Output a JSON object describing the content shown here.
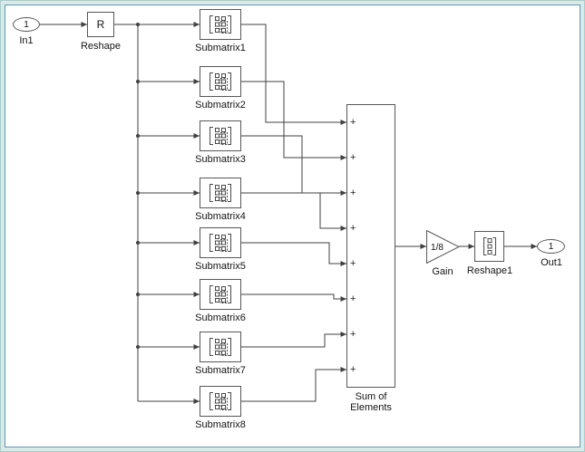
{
  "inport": {
    "port": "1",
    "label": "In1"
  },
  "reshape": {
    "glyph": "R",
    "label": "Reshape"
  },
  "submatrices": [
    {
      "label": "Submatrix1"
    },
    {
      "label": "Submatrix2"
    },
    {
      "label": "Submatrix3"
    },
    {
      "label": "Submatrix4"
    },
    {
      "label": "Submatrix5"
    },
    {
      "label": "Submatrix6"
    },
    {
      "label": "Submatrix7"
    },
    {
      "label": "Submatrix8"
    }
  ],
  "sum": {
    "plus": "+",
    "line1": "Sum of",
    "line2": "Elements"
  },
  "gain": {
    "value": "1/8",
    "label": "Gain"
  },
  "reshape1": {
    "label": "Reshape1"
  },
  "outport": {
    "port": "1",
    "label": "Out1"
  },
  "icons": {
    "submatrix": "matrix-selection-icon",
    "reshape1": "matrix-icon"
  },
  "colors": {
    "wire": "#404040",
    "block_border": "#575757",
    "frame_background": "#d9eae7",
    "frame_inner_line": "#6096bd",
    "canvas_background": "#ffffff"
  }
}
